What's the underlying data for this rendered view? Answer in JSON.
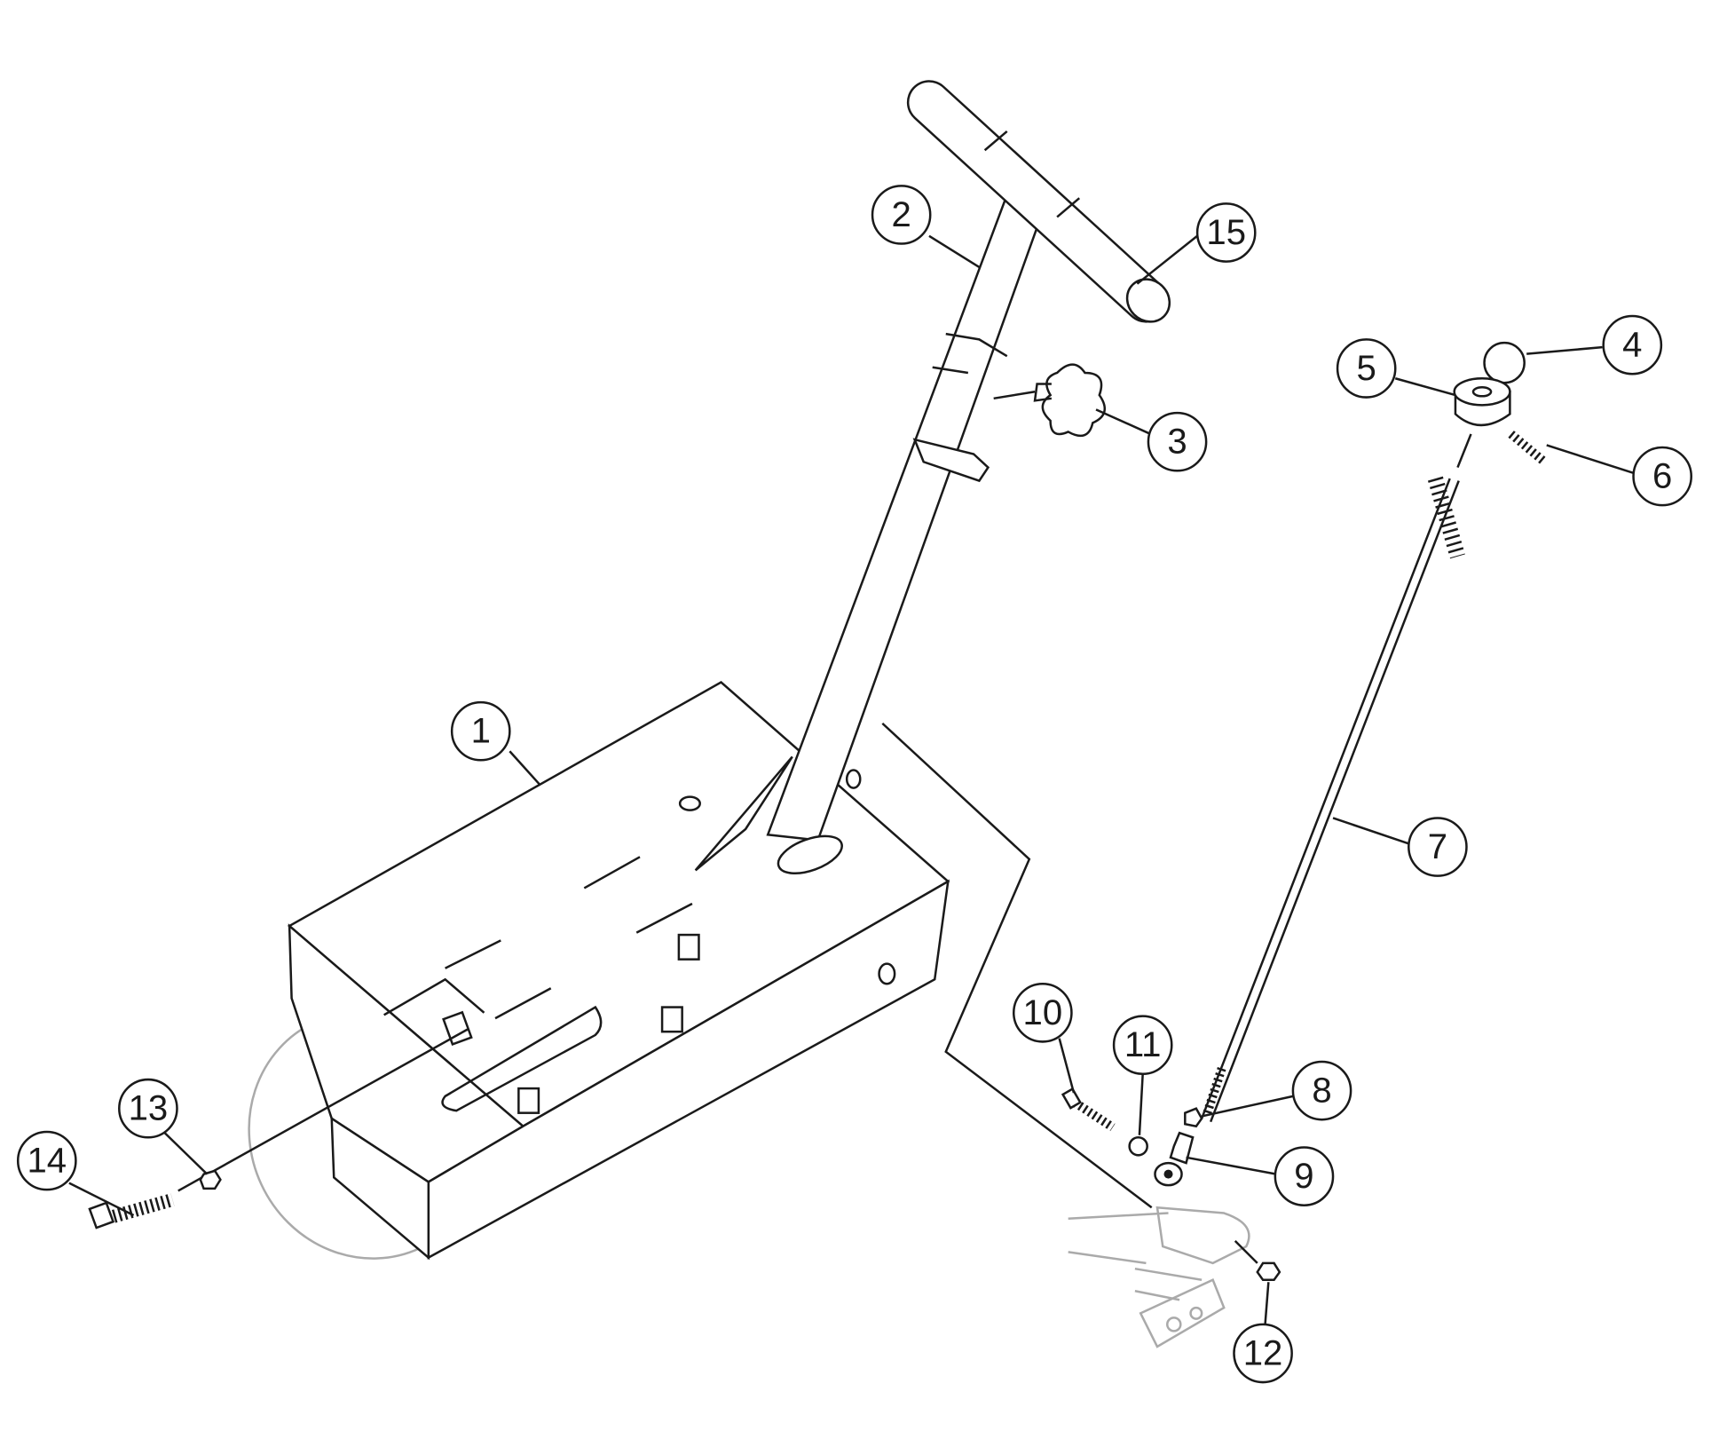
{
  "diagram": {
    "type": "exploded-parts-diagram",
    "callouts": [
      {
        "label": "1",
        "part": "base-housing"
      },
      {
        "label": "2",
        "part": "handle-tube"
      },
      {
        "label": "3",
        "part": "knob"
      },
      {
        "label": "4",
        "part": "ball"
      },
      {
        "label": "5",
        "part": "collar"
      },
      {
        "label": "6",
        "part": "set-screw"
      },
      {
        "label": "7",
        "part": "threaded-rod"
      },
      {
        "label": "8",
        "part": "nut"
      },
      {
        "label": "9",
        "part": "rod-end"
      },
      {
        "label": "10",
        "part": "bolt"
      },
      {
        "label": "11",
        "part": "washer"
      },
      {
        "label": "12",
        "part": "nut"
      },
      {
        "label": "13",
        "part": "nut"
      },
      {
        "label": "14",
        "part": "bolt"
      },
      {
        "label": "15",
        "part": "grip"
      }
    ]
  }
}
